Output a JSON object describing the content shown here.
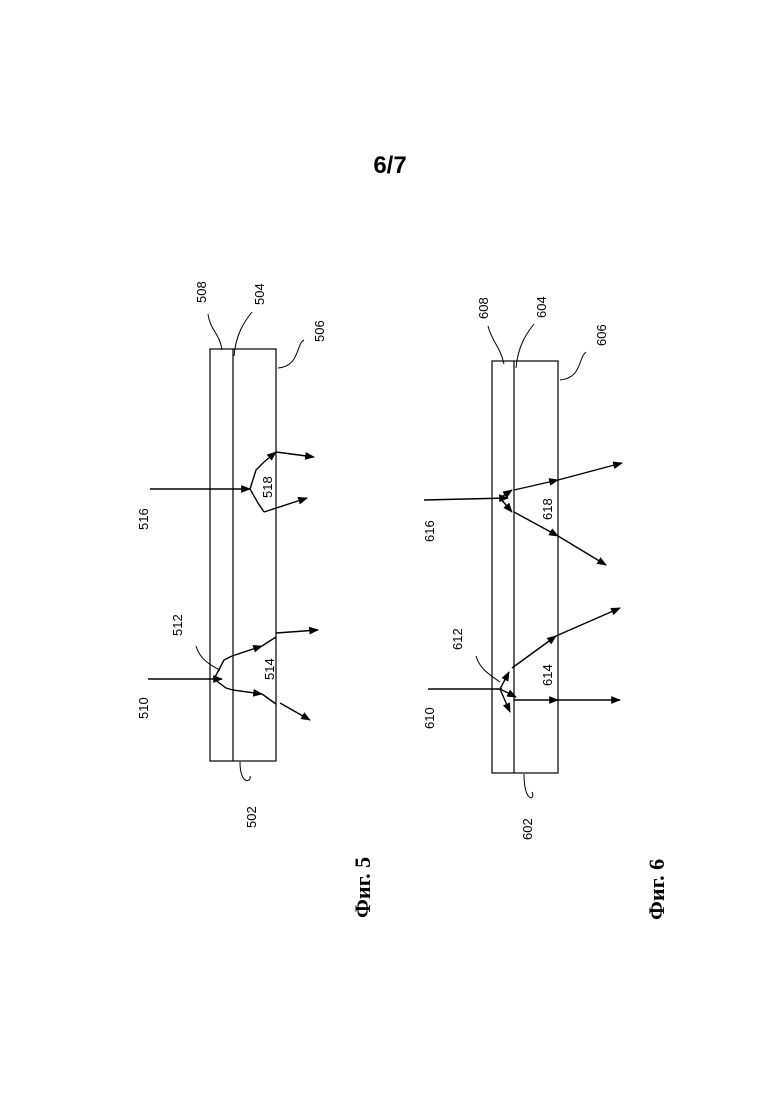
{
  "page": {
    "sheet_number": "6/7"
  },
  "figure5": {
    "caption": "Фиг. 5",
    "labels": {
      "layer_outer": "508",
      "interface": "504",
      "surface": "506",
      "substrate": "502",
      "ray_a_in": "510",
      "ray_a_split": "512",
      "ray_a_out": "514",
      "ray_b_in": "516",
      "ray_b_out": "518"
    }
  },
  "figure6": {
    "caption": "Фиг. 6",
    "labels": {
      "layer_outer": "608",
      "interface": "604",
      "surface": "606",
      "substrate": "602",
      "ray_a_in": "610",
      "ray_a_split": "612",
      "ray_a_out": "614",
      "ray_b_in": "616",
      "ray_b_out": "618"
    }
  }
}
